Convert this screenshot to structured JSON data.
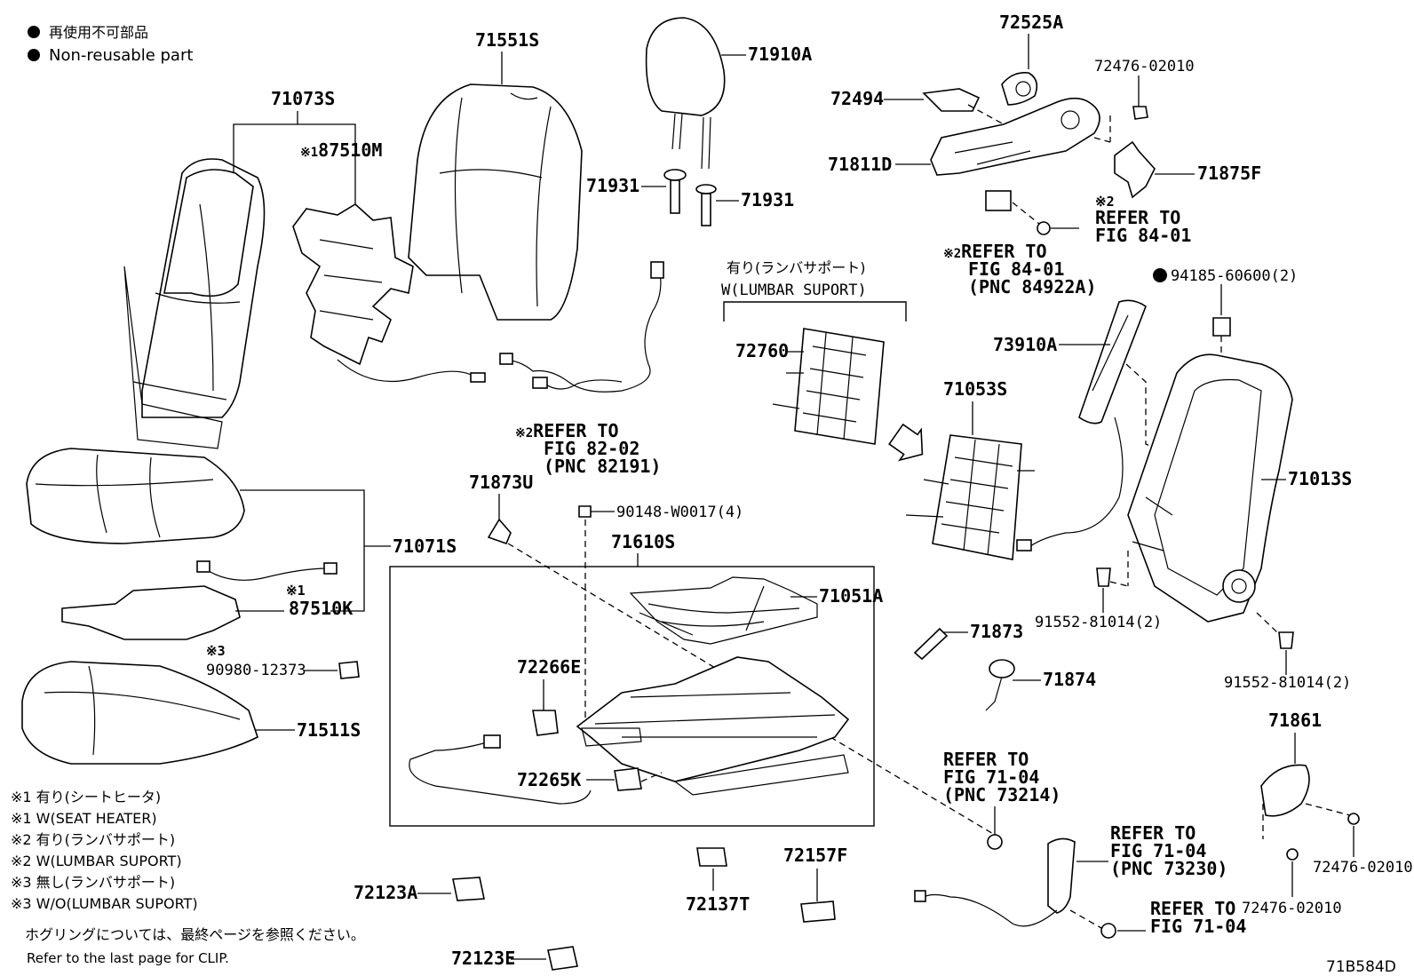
{
  "legend": {
    "jp": "再使用不可部品",
    "en": "Non-reusable part"
  },
  "parts": {
    "p71073S": "71073S",
    "p71551S": "71551S",
    "p71910A": "71910A",
    "p72525A": "72525A",
    "p72476a": "72476-02010",
    "p72494": "72494",
    "p71811D": "71811D",
    "p71875F": "71875F",
    "p87510M": "87510M",
    "p71931a": "71931",
    "p71931b": "71931",
    "p94185": "94185-60600(2)",
    "p73910A": "73910A",
    "p72760": "72760",
    "p71053S": "71053S",
    "p71013S": "71013S",
    "p71873U": "71873U",
    "p90148": "90148-W0017(4)",
    "p71610S": "71610S",
    "p71071S": "71071S",
    "p71051A": "71051A",
    "p87510K": "87510K",
    "p91552a": "91552-81014(2)",
    "p91552b": "91552-81014(2)",
    "p71873": "71873",
    "p90980": "90980-12373",
    "p72266E": "72266E",
    "p71874": "71874",
    "p71511S": "71511S",
    "p71861": "71861",
    "p72265K": "72265K",
    "p72476b": "72476-02010",
    "p72476c": "72476-02010",
    "p72157F": "72157F",
    "p72123A": "72123A",
    "p72137T": "72137T",
    "p72123E": "72123E"
  },
  "marks": {
    "m1": "※1",
    "m1b": "※1",
    "m2a": "※2",
    "m2b": "※2",
    "m2c": "※2",
    "m3": "※3"
  },
  "refs": {
    "r84a_1": "REFER TO",
    "r84a_2": "FIG 84-01",
    "r84b_1": "REFER TO",
    "r84b_2": "FIG 84-01",
    "r84b_3": "(PNC 84922A)",
    "r82_1": "REFER TO",
    "r82_2": "FIG 82-02",
    "r82_3": "(PNC 82191)",
    "r71a_1": "REFER TO",
    "r71a_2": "FIG 71-04",
    "r71a_3": "(PNC 73214)",
    "r71b_1": "REFER TO",
    "r71b_2": "FIG 71-04",
    "r71b_3": "(PNC 73230)",
    "r71c_1": "REFER TO",
    "r71c_2": "FIG 71-04"
  },
  "lumbar": {
    "jp": "有り(ランバサポート)",
    "en": "W(LUMBAR SUPORT)"
  },
  "footnotes": [
    "※1 有り(シートヒータ)",
    "※1 W(SEAT HEATER)",
    "※2 有り(ランバサポート)",
    "※2 W(LUMBAR SUPORT)",
    "※3 無し(ランバサポート)",
    "※3 W/O(LUMBAR SUPORT)"
  ],
  "clip_note": {
    "jp": "ホグリングについては、最終ページを参照ください。",
    "en": "Refer to the last page for CLIP."
  },
  "figure_code": "71B584D"
}
